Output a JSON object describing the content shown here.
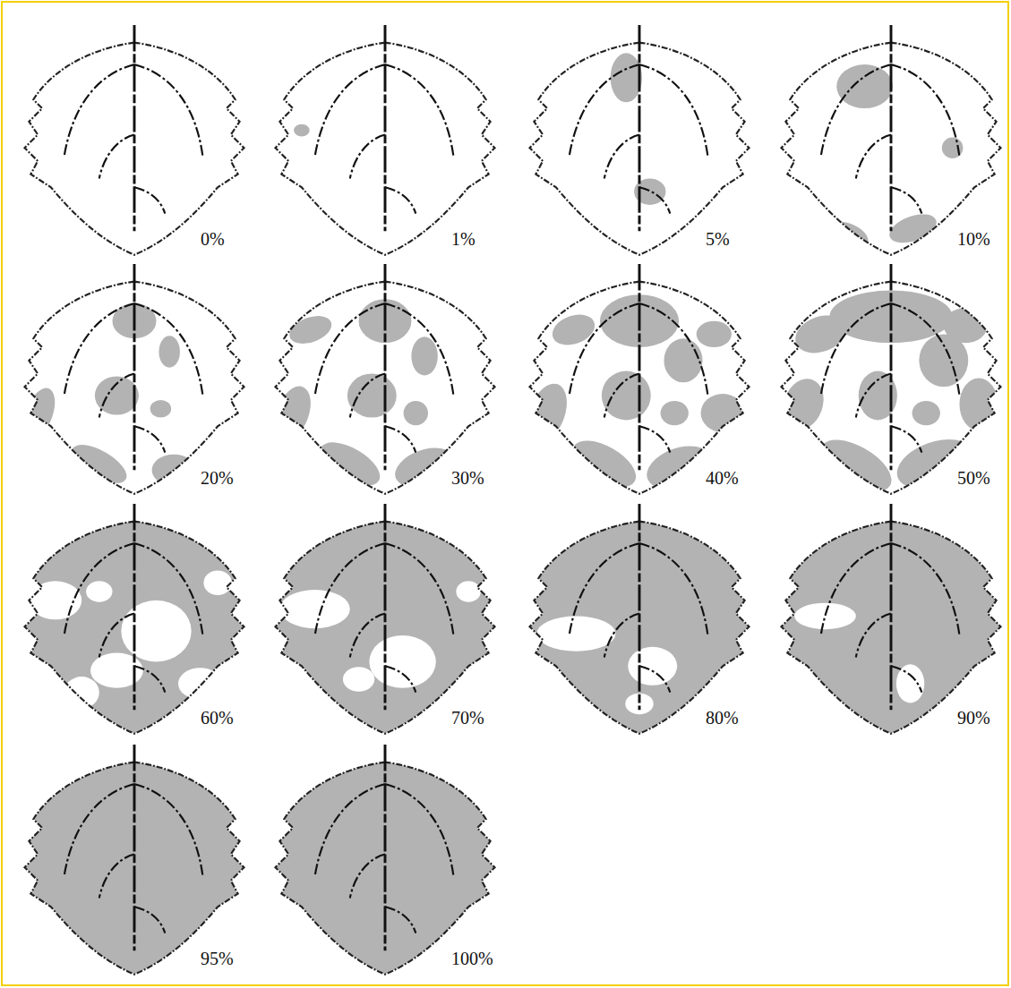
{
  "diagram": {
    "labels": [
      "0%",
      "1%",
      "5%",
      "10%",
      "20%",
      "30%",
      "40%",
      "50%",
      "60%",
      "70%",
      "80%",
      "90%",
      "95%",
      "100%"
    ]
  }
}
